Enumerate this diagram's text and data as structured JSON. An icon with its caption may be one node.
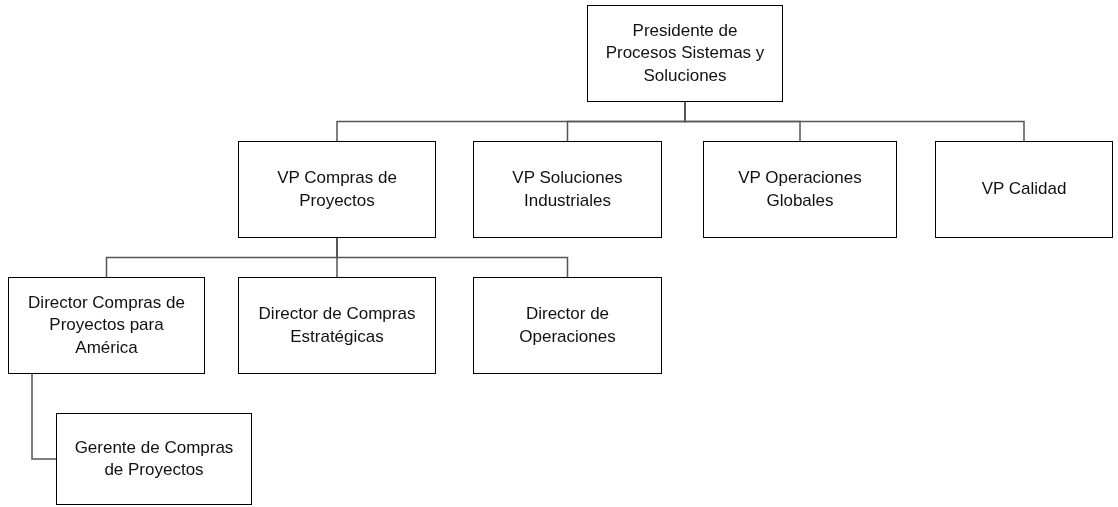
{
  "diagram": {
    "nodes": [
      {
        "text": [
          "Presidente de Procesos Sistemas y Soluciones"
        ]
      },
      {
        "text": [
          "VP Compras de Proyectos"
        ]
      },
      {
        "text": [
          "VP Soluciones Industriales"
        ]
      },
      {
        "text": [
          "VP Operaciones Globales"
        ]
      },
      {
        "text": [
          "VP Calidad"
        ]
      },
      {
        "text": [
          "Director Compras de Proyectos para América"
        ]
      },
      {
        "text": [
          "Director de Compras Estratégicas"
        ]
      },
      {
        "text": [
          "Director de Operaciones"
        ]
      },
      {
        "text": [
          "Gerente de Compras de Proyectos"
        ]
      }
    ],
    "edges": [
      {
        "from": 0,
        "to": 1,
        "arrow": "none"
      },
      {
        "from": 0,
        "to": 2,
        "arrow": "none"
      },
      {
        "from": 0,
        "to": 3,
        "arrow": "none"
      },
      {
        "from": 0,
        "to": 4,
        "arrow": "none"
      },
      {
        "from": 1,
        "to": 5,
        "arrow": "none"
      },
      {
        "from": 1,
        "to": 6,
        "arrow": "none"
      },
      {
        "from": 1,
        "to": 7,
        "arrow": "none"
      },
      {
        "from": 5,
        "to": 8,
        "arrow": "none"
      }
    ]
  }
}
